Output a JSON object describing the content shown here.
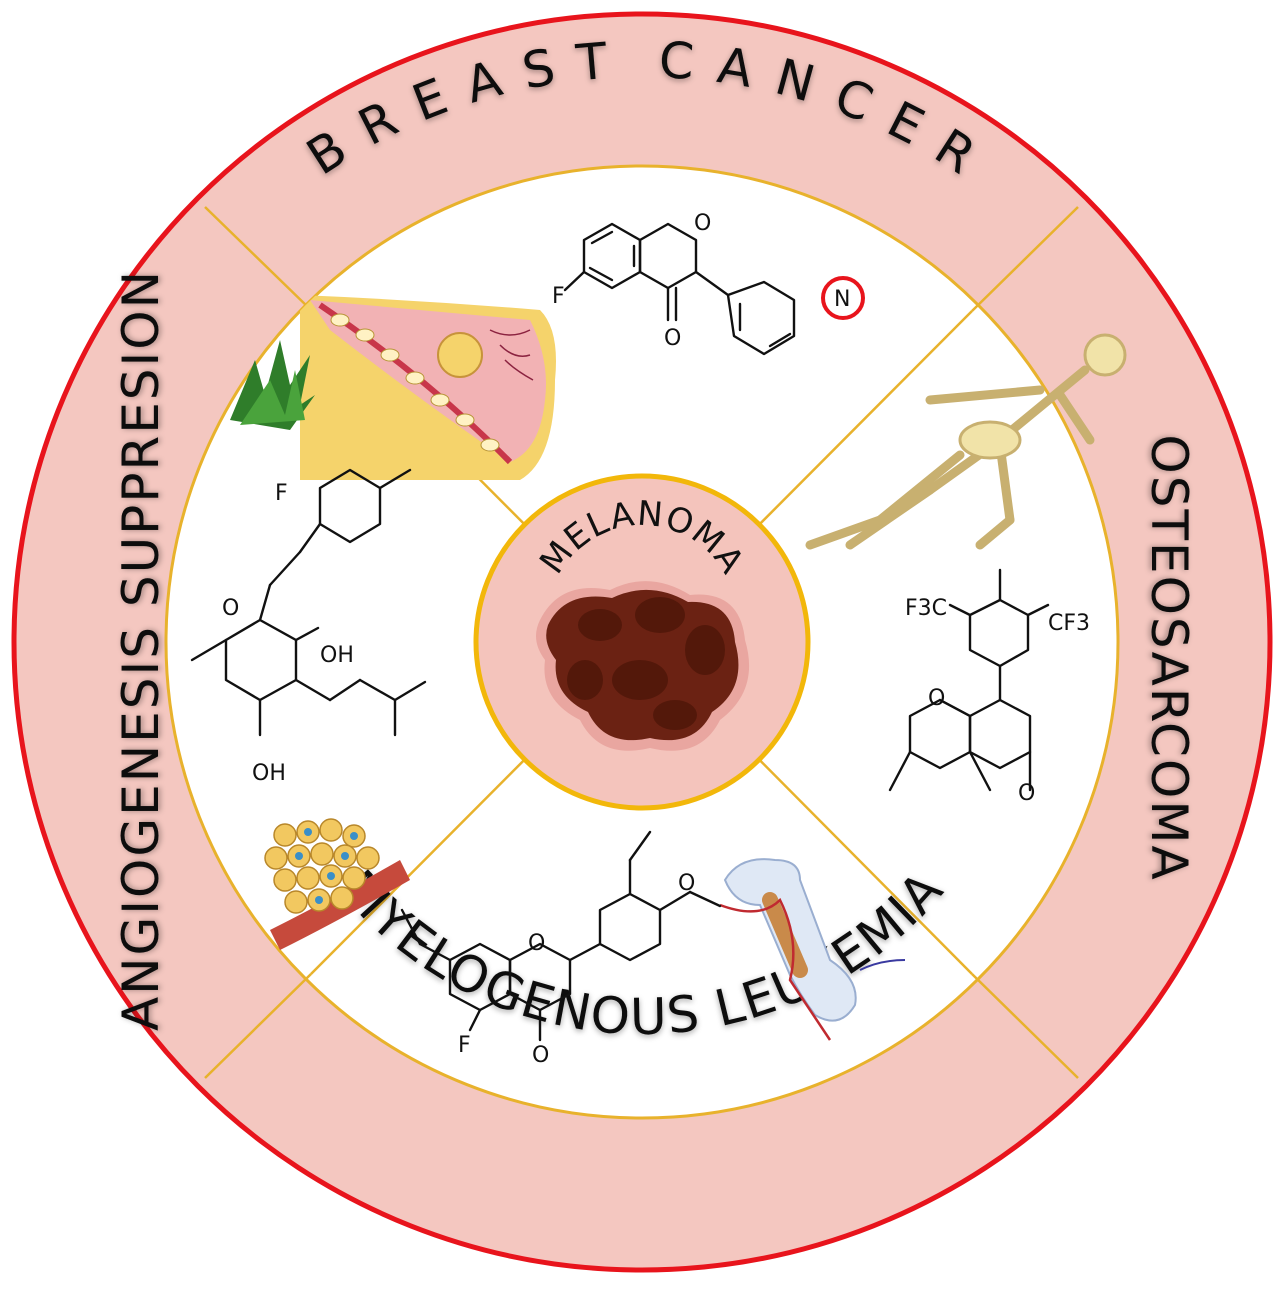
{
  "ring_labels": {
    "top": "BREAST CANCER",
    "right": "OSTEOSARCOMA",
    "bottom": "MYELOGENOUS LEUKEMIA",
    "left": "ANGIOGENESIS SUPPRESION"
  },
  "center": {
    "label": "MELANOMA"
  },
  "chemistry": {
    "top_compound": {
      "F": "F",
      "O_ring": "O",
      "O_keto": "O",
      "N": "N"
    },
    "left_compound": {
      "F": "F",
      "O_keto": "O",
      "OH1": "OH",
      "OH2": "OH"
    },
    "right_compound": {
      "CF3_left": "F3C",
      "CF3_right": "CF3",
      "O_ring": "O",
      "O_keto": "O"
    },
    "bottom_compound": {
      "O_ring": "O",
      "O_keto": "O",
      "F": "F",
      "O_link": "O"
    }
  },
  "colors": {
    "outer_ring": "#f4c7c0",
    "outer_border": "#e8141c",
    "divider": "#e8b22c",
    "inner_fill": "#ffffff",
    "center_fill": "#f4c4bc",
    "center_border": "#f2b70a",
    "tumor": "#6b2213"
  },
  "icons": [
    "breast-tissue-illustration",
    "skeleton-illustration",
    "bone-illustration",
    "tumor-cells-illustration",
    "plant-leaves-illustration",
    "melanoma-lesion-illustration"
  ]
}
